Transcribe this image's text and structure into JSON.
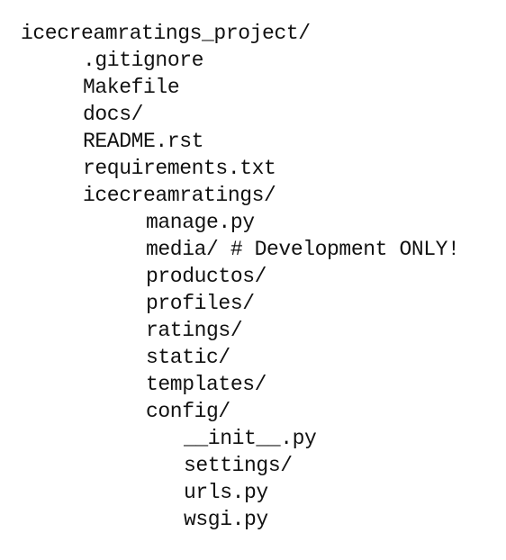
{
  "tree": {
    "root": "icecreamratings_project/",
    "items": [
      ".gitignore",
      "Makefile",
      "docs/",
      "README.rst",
      "requirements.txt",
      "icecreamratings/",
      "manage.py",
      "media/ # Development ONLY!",
      "productos/",
      "profiles/",
      "ratings/",
      "static/",
      "templates/",
      "config/",
      "__init__.py",
      "settings/",
      "urls.py",
      "wsgi.py"
    ]
  }
}
